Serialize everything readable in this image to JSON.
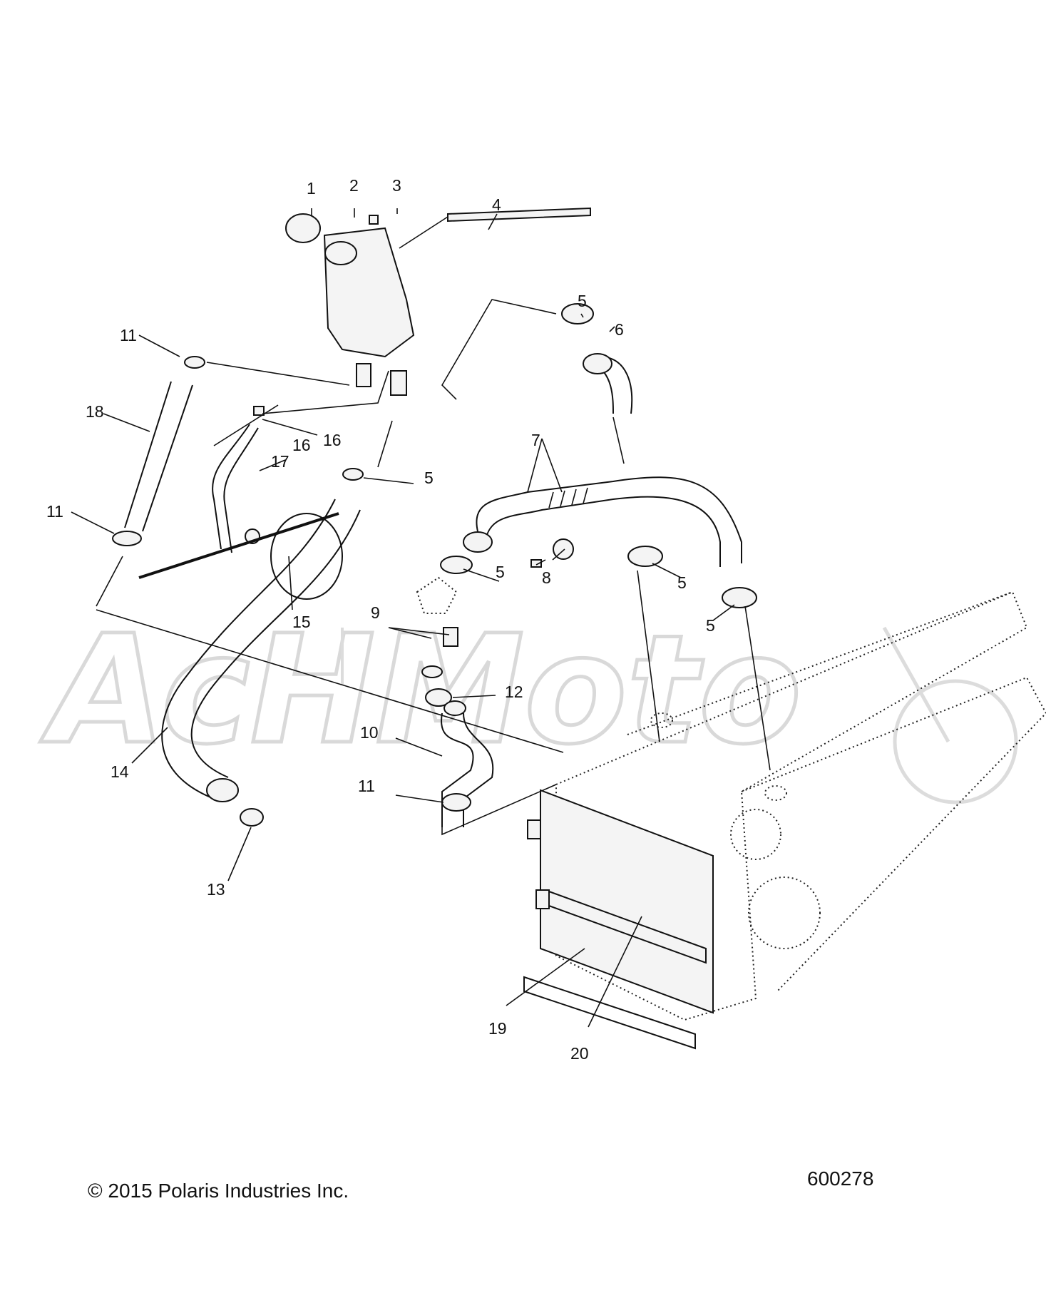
{
  "callouts": [
    "1",
    "2",
    "3",
    "4",
    "5",
    "6",
    "7",
    "8",
    "9",
    "10",
    "11",
    "12",
    "13",
    "14",
    "15",
    "16",
    "17",
    "18",
    "19",
    "20"
  ],
  "footer": {
    "copyright": "© 2015 Polaris Industries Inc.",
    "diagram_id": "600278"
  },
  "watermark": "AcHMoto"
}
